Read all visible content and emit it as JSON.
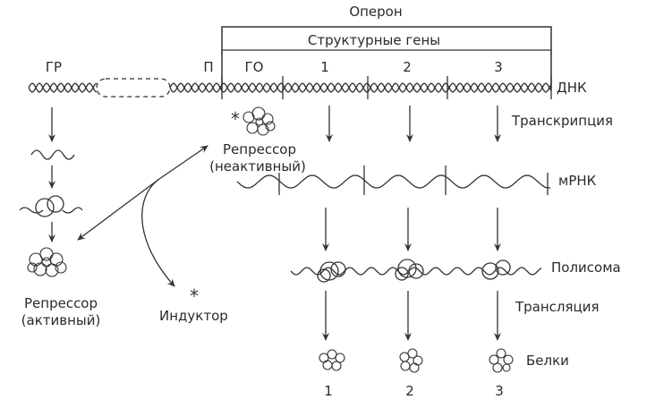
{
  "labels": {
    "operon": "Оперон",
    "structural_genes": "Структурные гены",
    "gr": "ГР",
    "p": "П",
    "go": "ГО",
    "gene1": "1",
    "gene2": "2",
    "gene3": "3",
    "dna": "ДНК",
    "transcription": "Транскрипция",
    "repressor_inactive_1": "Репрессор",
    "repressor_inactive_2": "(неактивный)",
    "mrna": "мРНК",
    "polysome": "Полисома",
    "translation": "Трансляция",
    "repressor_active_1": "Репрессор",
    "repressor_active_2": "(активный)",
    "inductor": "Индуктор",
    "proteins": "Белки",
    "protein1": "1",
    "protein2": "2",
    "protein3": "3"
  }
}
